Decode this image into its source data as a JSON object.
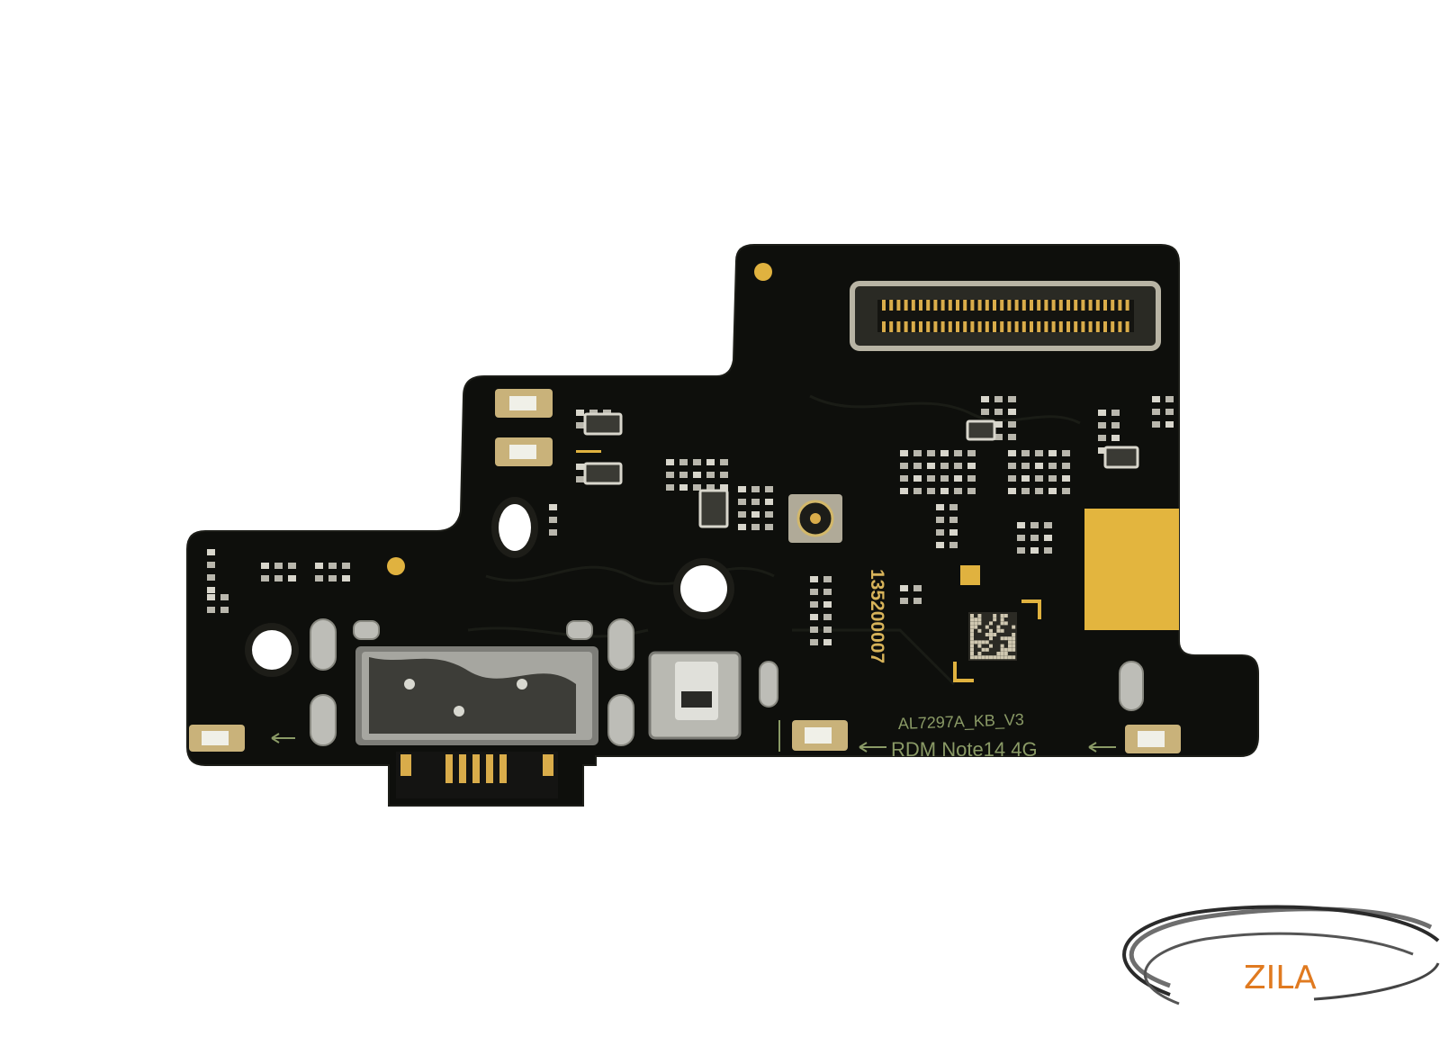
{
  "image": {
    "subject": "pcb-board",
    "colors": {
      "background": "#ffffff",
      "board": "#0e0f0c",
      "gold": "#d9ac4a",
      "silver": "#c9c9c4",
      "silkscreen": "#8a9a66",
      "brand": "#e07a20"
    }
  },
  "board": {
    "silk_model": "AL7297A_KB_V3",
    "silk_name": "RDM Note14 4G",
    "serial": "135200007"
  },
  "watermark": {
    "brand": "ZILA"
  }
}
